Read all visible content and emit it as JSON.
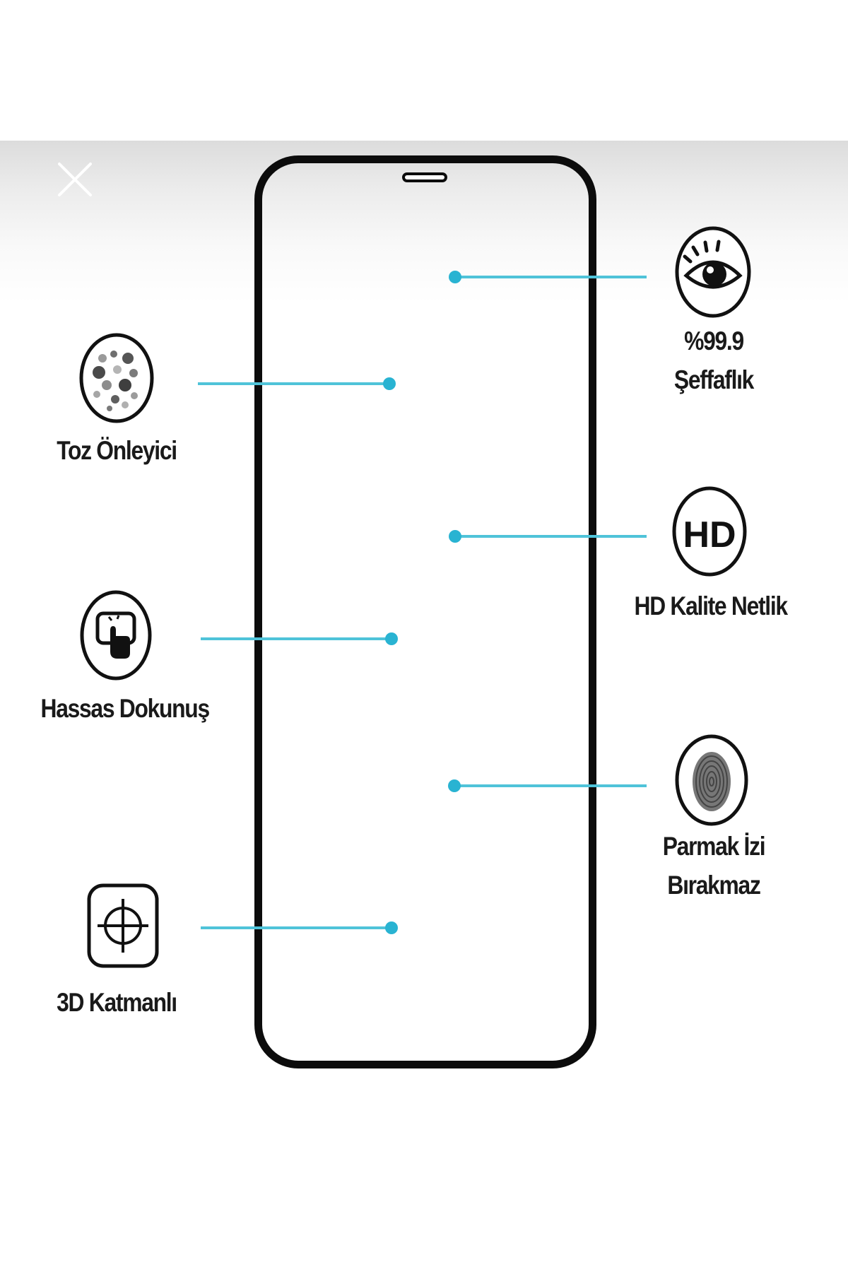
{
  "viewer": {
    "close_icon": "close-icon",
    "close_color": "#ffffff"
  },
  "colors": {
    "accent": "#29b3d2",
    "line": "#4fc3d9",
    "frame": "#0c0c0c",
    "text": "#1a1a1a"
  },
  "features": {
    "transparency": {
      "icon": "eye-icon",
      "line1": "%99.9",
      "line2": "Şeffaflık"
    },
    "dust": {
      "icon": "dust-particles-icon",
      "label": "Toz Önleyici"
    },
    "hd": {
      "icon": "hd-icon",
      "icon_text": "HD",
      "label": "HD Kalite Netlik"
    },
    "touch": {
      "icon": "touch-screen-icon",
      "label": "Hassas Dokunuş"
    },
    "fingerprint": {
      "icon": "fingerprint-icon",
      "line1": "Parmak İzi",
      "line2": "Bırakmaz"
    },
    "layer3d": {
      "icon": "crosshair-icon",
      "label": "3D Katmanlı"
    }
  }
}
